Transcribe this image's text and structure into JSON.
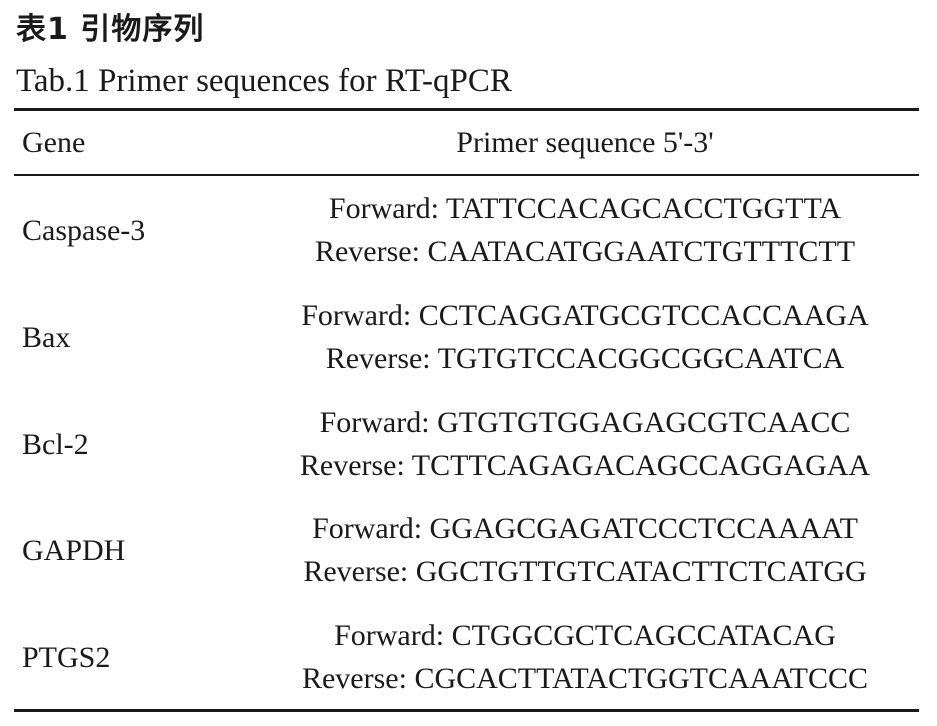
{
  "caption": {
    "title_cn": "表1 引物序列",
    "title_en": "Tab.1  Primer sequences for RT-qPCR"
  },
  "table": {
    "headers": {
      "gene": "Gene",
      "sequence": "Primer sequence 5'-3'"
    },
    "rows": [
      {
        "gene": "Caspase-3",
        "forward": "Forward: TATTCCACAGCACCTGGTTA",
        "reverse": "Reverse: CAATACATGGAATCTGTTTCTT"
      },
      {
        "gene": "Bax",
        "forward": "Forward: CCTCAGGATGCGTCCACCAAGA",
        "reverse": "Reverse: TGTGTCCACGGCGGCAATCA"
      },
      {
        "gene": "Bcl-2",
        "forward": "Forward: GTGTGTGGAGAGCGTCAACC",
        "reverse": "Reverse: TCTTCAGAGACAGCCAGGAGAA"
      },
      {
        "gene": "GAPDH",
        "forward": "Forward: GGAGCGAGATCCCTCCAAAAT",
        "reverse": "Reverse: GGCTGTTGTCATACTTCTCATGG"
      },
      {
        "gene": "PTGS2",
        "forward": "Forward: CTGGCGCTCAGCCATACAG",
        "reverse": "Reverse: CGCACTTATACTGGTCAAATCCC"
      }
    ]
  }
}
